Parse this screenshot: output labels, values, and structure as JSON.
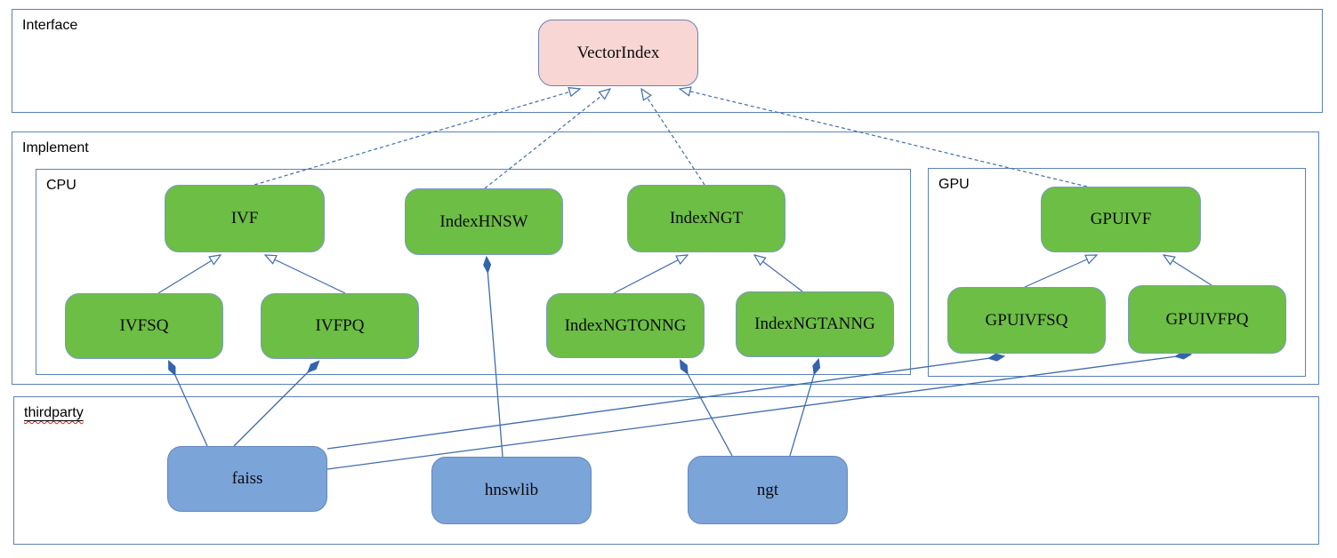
{
  "colors": {
    "container_border": "#5b82b5",
    "node_green_fill": "#6cbe45",
    "node_green_border": "#7b9ac4",
    "node_pink_fill": "#f8d6d4",
    "node_pink_border": "#6d80ba",
    "node_blue_fill": "#7ba4d9",
    "node_blue_border": "#6387bb",
    "connector": "#3f6cae",
    "diamond_fill": "#3464ae",
    "spellcheck_underline": "#cc1f1f"
  },
  "containers": {
    "interface": {
      "label": "Interface"
    },
    "implement": {
      "label": "Implement"
    },
    "cpu": {
      "label": "CPU"
    },
    "gpu": {
      "label": "GPU"
    },
    "thirdparty": {
      "label": "thirdparty"
    }
  },
  "nodes": {
    "vectorindex": {
      "label": "VectorIndex",
      "kind": "interface"
    },
    "ivf": {
      "label": "IVF",
      "kind": "class"
    },
    "indexhnsw": {
      "label": "IndexHNSW",
      "kind": "class"
    },
    "indexngt": {
      "label": "IndexNGT",
      "kind": "class"
    },
    "ivfsq": {
      "label": "IVFSQ",
      "kind": "class"
    },
    "ivfpq": {
      "label": "IVFPQ",
      "kind": "class"
    },
    "indexngtonng": {
      "label": "IndexNGTONNG",
      "kind": "class"
    },
    "indexngtanng": {
      "label": "IndexNGTANNG",
      "kind": "class"
    },
    "gpuivf": {
      "label": "GPUIVF",
      "kind": "class"
    },
    "gpuivfsq": {
      "label": "GPUIVFSQ",
      "kind": "class"
    },
    "gpuivfpq": {
      "label": "GPUIVFPQ",
      "kind": "class"
    },
    "faiss": {
      "label": "faiss",
      "kind": "library"
    },
    "hnswlib": {
      "label": "hnswlib",
      "kind": "library"
    },
    "ngt": {
      "label": "ngt",
      "kind": "library"
    }
  },
  "edges": [
    {
      "from": "ivf",
      "to": "vectorindex",
      "type": "realization"
    },
    {
      "from": "indexhnsw",
      "to": "vectorindex",
      "type": "realization"
    },
    {
      "from": "indexngt",
      "to": "vectorindex",
      "type": "realization"
    },
    {
      "from": "gpuivf",
      "to": "vectorindex",
      "type": "realization"
    },
    {
      "from": "ivfsq",
      "to": "ivf",
      "type": "inheritance"
    },
    {
      "from": "ivfpq",
      "to": "ivf",
      "type": "inheritance"
    },
    {
      "from": "indexngtonng",
      "to": "indexngt",
      "type": "inheritance"
    },
    {
      "from": "indexngtanng",
      "to": "indexngt",
      "type": "inheritance"
    },
    {
      "from": "gpuivfsq",
      "to": "gpuivf",
      "type": "inheritance"
    },
    {
      "from": "gpuivfpq",
      "to": "gpuivf",
      "type": "inheritance"
    },
    {
      "from": "faiss",
      "to": "ivfsq",
      "type": "composition"
    },
    {
      "from": "faiss",
      "to": "ivfpq",
      "type": "composition"
    },
    {
      "from": "faiss",
      "to": "gpuivfsq",
      "type": "composition"
    },
    {
      "from": "faiss",
      "to": "gpuivfpq",
      "type": "composition"
    },
    {
      "from": "hnswlib",
      "to": "indexhnsw",
      "type": "composition"
    },
    {
      "from": "ngt",
      "to": "indexngtonng",
      "type": "composition"
    },
    {
      "from": "ngt",
      "to": "indexngtanng",
      "type": "composition"
    }
  ]
}
